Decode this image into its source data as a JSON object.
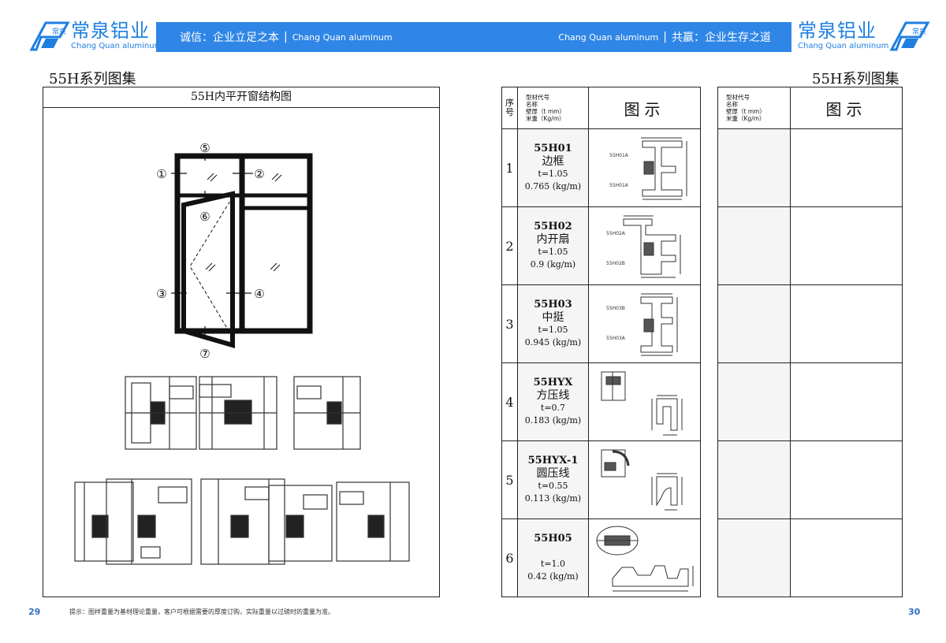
{
  "header": {
    "brand_cn": "常泉铝业",
    "brand_en": "Chang Quan aluminum",
    "logo_mark": "常泉",
    "left_slogan_cn": "诚信：企业立足之本",
    "left_slogan_en": "Chang Quan aluminum",
    "right_slogan_en": "Chang Quan aluminum",
    "right_slogan_cn": "共赢：企业生存之道",
    "separator": "|"
  },
  "series_title": "55H系列图集",
  "diagram": {
    "title": "55H内平开窗结构图",
    "markers": [
      "①",
      "②",
      "③",
      "④",
      "⑤",
      "⑥",
      "⑦"
    ]
  },
  "table": {
    "header": {
      "no": [
        "序",
        "号"
      ],
      "meta": [
        "型材代号",
        "名称",
        "壁厚（t mm）",
        "米重（Kg/m）"
      ],
      "figure": "图示"
    },
    "rows": [
      {
        "no": "1",
        "code": "55H01",
        "name": "边框",
        "thickness": "t=1.05",
        "weight": "0.765 (kg/m)",
        "fig_labels": [
          "55H01A",
          "55H01A"
        ]
      },
      {
        "no": "2",
        "code": "55H02",
        "name": "内开扇",
        "thickness": "t=1.05",
        "weight": "0.9 (kg/m)",
        "fig_labels": [
          "55H02A",
          "55H02B"
        ]
      },
      {
        "no": "3",
        "code": "55H03",
        "name": "中挺",
        "thickness": "t=1.05",
        "weight": "0.945 (kg/m)",
        "fig_labels": [
          "55H03B",
          "55H03A"
        ]
      },
      {
        "no": "4",
        "code": "55HYX",
        "name": "方压线",
        "thickness": "t=0.7",
        "weight": "0.183 (kg/m)",
        "fig_labels": []
      },
      {
        "no": "5",
        "code": "55HYX-1",
        "name": "圆压线",
        "thickness": "t=0.55",
        "weight": "0.113 (kg/m)",
        "fig_labels": []
      },
      {
        "no": "6",
        "code": "55H05",
        "name": "",
        "thickness": "t=1.0",
        "weight": "0.42 (kg/m)",
        "fig_labels": []
      }
    ]
  },
  "footer": {
    "page_left": "29",
    "page_right": "30",
    "note": "提示：图样重量为基材理论重量，客户可根据需要的厚度订购，实际重量以过磅时的重量为准。"
  },
  "colors": {
    "brand_blue": "#2f86e6",
    "logo_blue": "#1e7fe0",
    "page_number": "#2f6fbf"
  }
}
